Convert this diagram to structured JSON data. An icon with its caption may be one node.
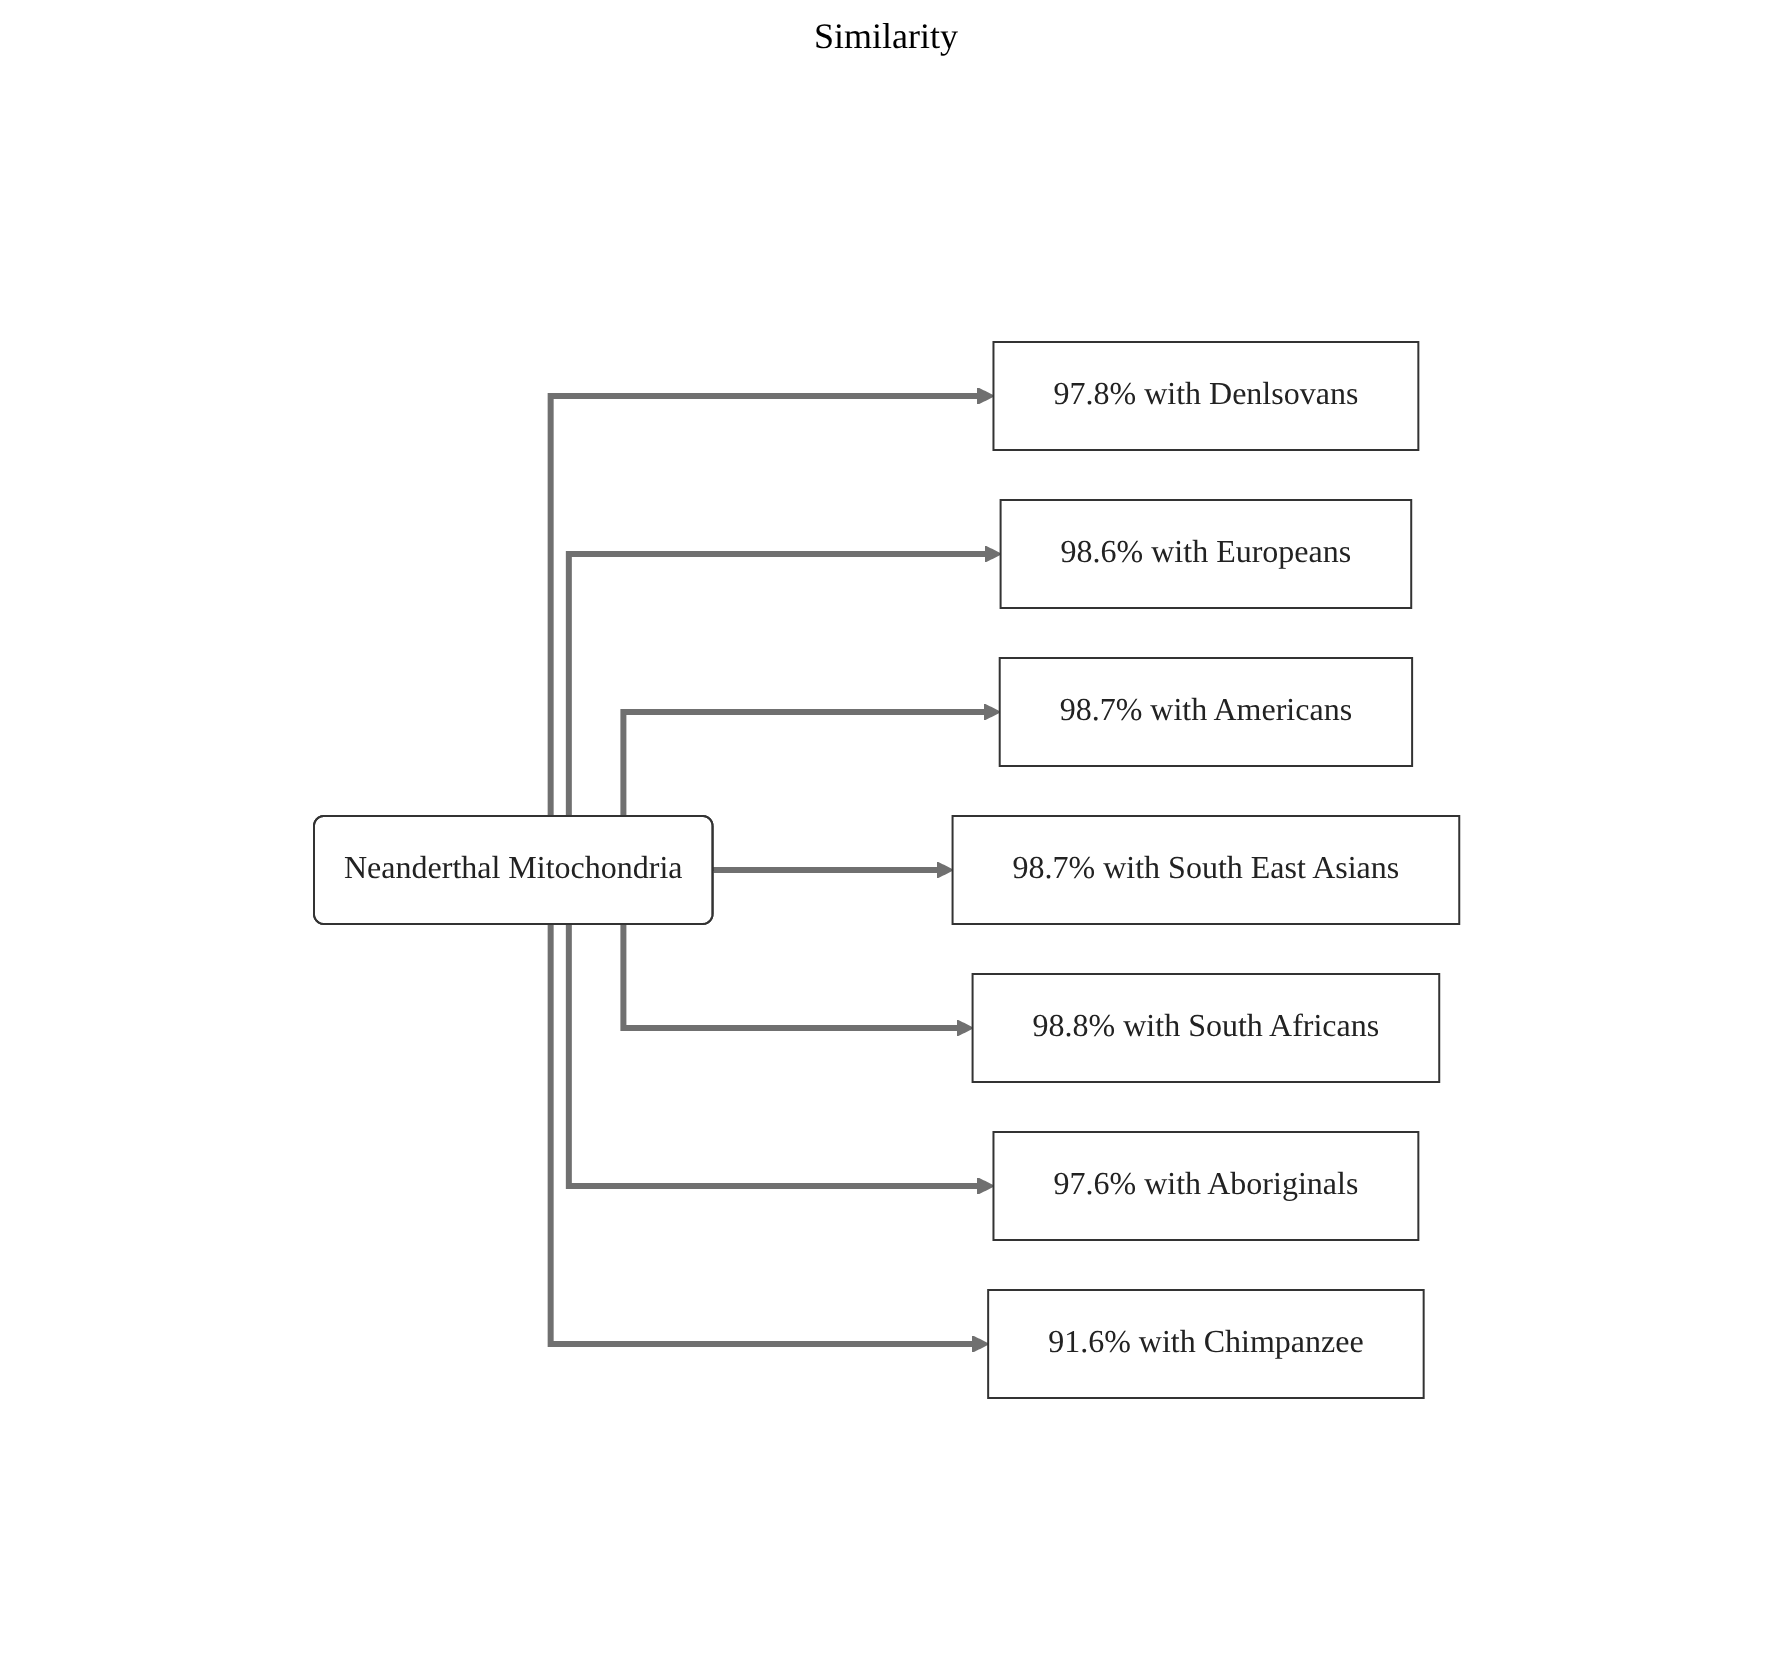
{
  "diagram": {
    "nodes": [
      {
        "text": [
          "Neanderthal Mitochondria"
        ]
      },
      {
        "text": [
          "97.8% with Denlsovans"
        ]
      },
      {
        "text": [
          "98.6% with Europeans"
        ]
      },
      {
        "text": [
          "98.7% with Americans"
        ]
      },
      {
        "text": [
          "98.7% with South East Asians"
        ]
      },
      {
        "text": [
          "98.8% with South Africans"
        ]
      },
      {
        "text": [
          "97.6% with Aboriginals"
        ]
      },
      {
        "text": [
          "91.6% with Chimpanzee"
        ]
      }
    ],
    "edges": [
      {
        "from": 0,
        "to": 1,
        "arrow": "to"
      },
      {
        "from": 0,
        "to": 2,
        "arrow": "to"
      },
      {
        "from": 0,
        "to": 3,
        "arrow": "to"
      },
      {
        "from": 0,
        "to": 4,
        "arrow": "to"
      },
      {
        "from": 0,
        "to": 5,
        "arrow": "to"
      },
      {
        "from": 0,
        "to": 6,
        "arrow": "to"
      },
      {
        "from": 0,
        "to": 7,
        "arrow": "to"
      }
    ],
    "labels": [
      "Similarity"
    ]
  }
}
